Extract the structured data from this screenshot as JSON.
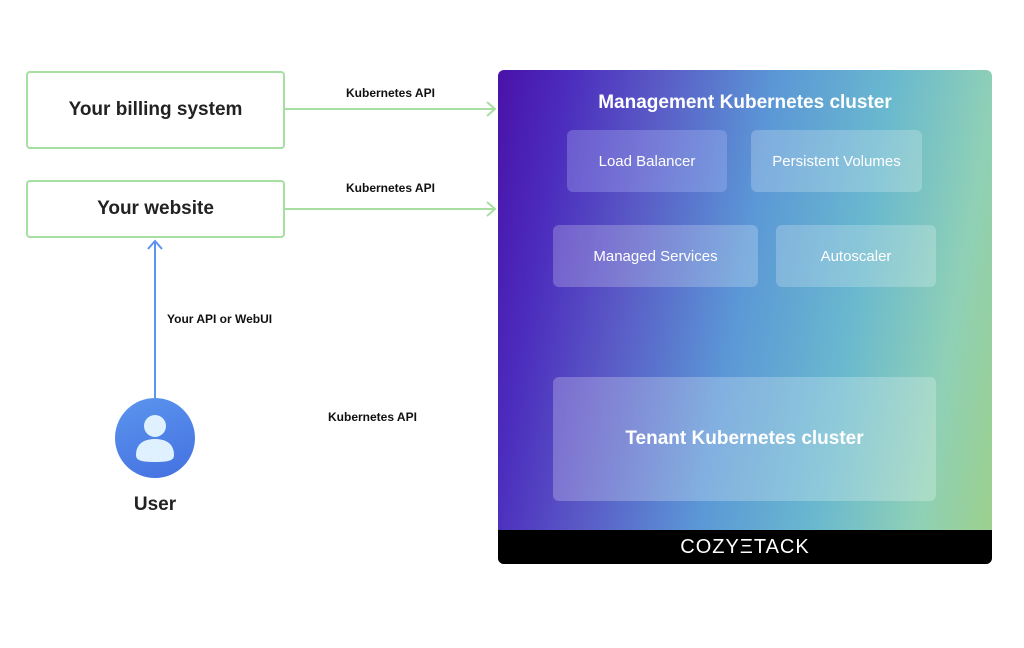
{
  "nodes": {
    "billing": "Your billing system",
    "website": "Your website",
    "user": "User"
  },
  "edges": {
    "billing_api": "Kubernetes API",
    "website_api": "Kubernetes API",
    "user_api": "Kubernetes API",
    "user_webui": "Your API or WebUI"
  },
  "cluster": {
    "title": "Management Kubernetes cluster",
    "services": {
      "load_balancer": "Load Balancer",
      "persistent_volumes": "Persistent Volumes",
      "managed_services": "Managed Services",
      "autoscaler": "Autoscaler"
    },
    "tenant": "Tenant Kubernetes cluster",
    "brand": "COZYΞTACK"
  },
  "colors": {
    "external_border": "#a7dfa3",
    "arrow_green": "#a7dfa3",
    "arrow_blue": "#5b95ee"
  },
  "icons": {
    "user": "user-avatar-icon"
  }
}
